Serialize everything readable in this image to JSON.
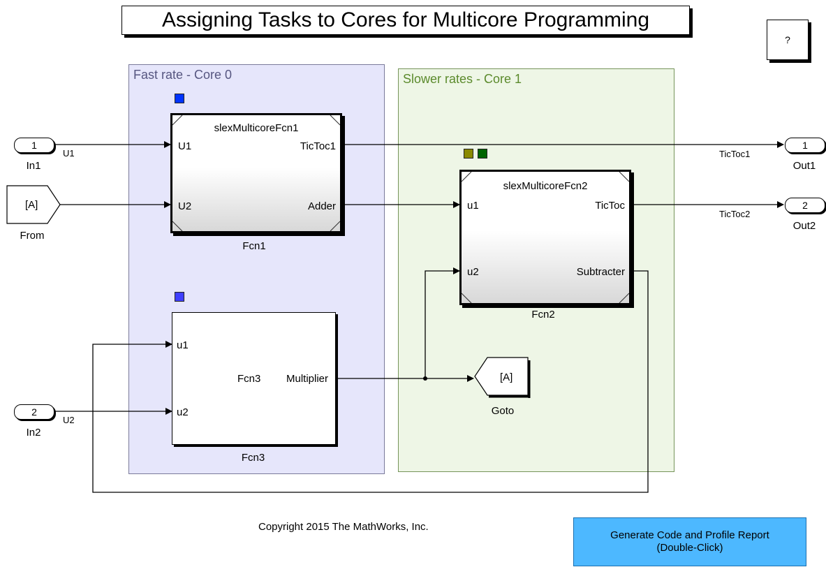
{
  "title": "Assigning Tasks to Cores for Multicore Programming",
  "help_label": "?",
  "areas": {
    "core0": "Fast rate - Core 0",
    "core1": "Slower rates - Core 1"
  },
  "inports": [
    {
      "num": "1",
      "name": "In1",
      "signal": "U1"
    },
    {
      "num": "2",
      "name": "In2",
      "signal": "U2"
    }
  ],
  "from_block": {
    "tag": "[A]",
    "name": "From"
  },
  "goto_block": {
    "tag": "[A]",
    "name": "Goto"
  },
  "outports": [
    {
      "num": "1",
      "name": "Out1",
      "signal": "TicToc1"
    },
    {
      "num": "2",
      "name": "Out2",
      "signal": "TicToc2"
    }
  ],
  "fcn1": {
    "model": "slexMulticoreFcn1",
    "name": "Fcn1",
    "in1": "U1",
    "in2": "U2",
    "out1": "TicToc1",
    "out2": "Adder"
  },
  "fcn2": {
    "model": "slexMulticoreFcn2",
    "name": "Fcn2",
    "in1": "u1",
    "in2": "u2",
    "out1": "TicToc",
    "out2": "Subtracter"
  },
  "fcn3": {
    "name": "Fcn3",
    "inner": "Fcn3",
    "in1": "u1",
    "in2": "u2",
    "out1": "Multiplier"
  },
  "copyright": "Copyright 2015 The MathWorks, Inc.",
  "generate_button": {
    "line1": "Generate Code and Profile Report",
    "line2": "(Double-Click)"
  },
  "colors": {
    "core0_fill": "#e6e6fb",
    "core1_fill": "#eef6e6",
    "rate_fast": "#0033ff",
    "rate_fcn3": "#3f3fff",
    "rate_slow1": "#8a8a00",
    "rate_slow2": "#006400",
    "button": "#4db8ff"
  }
}
